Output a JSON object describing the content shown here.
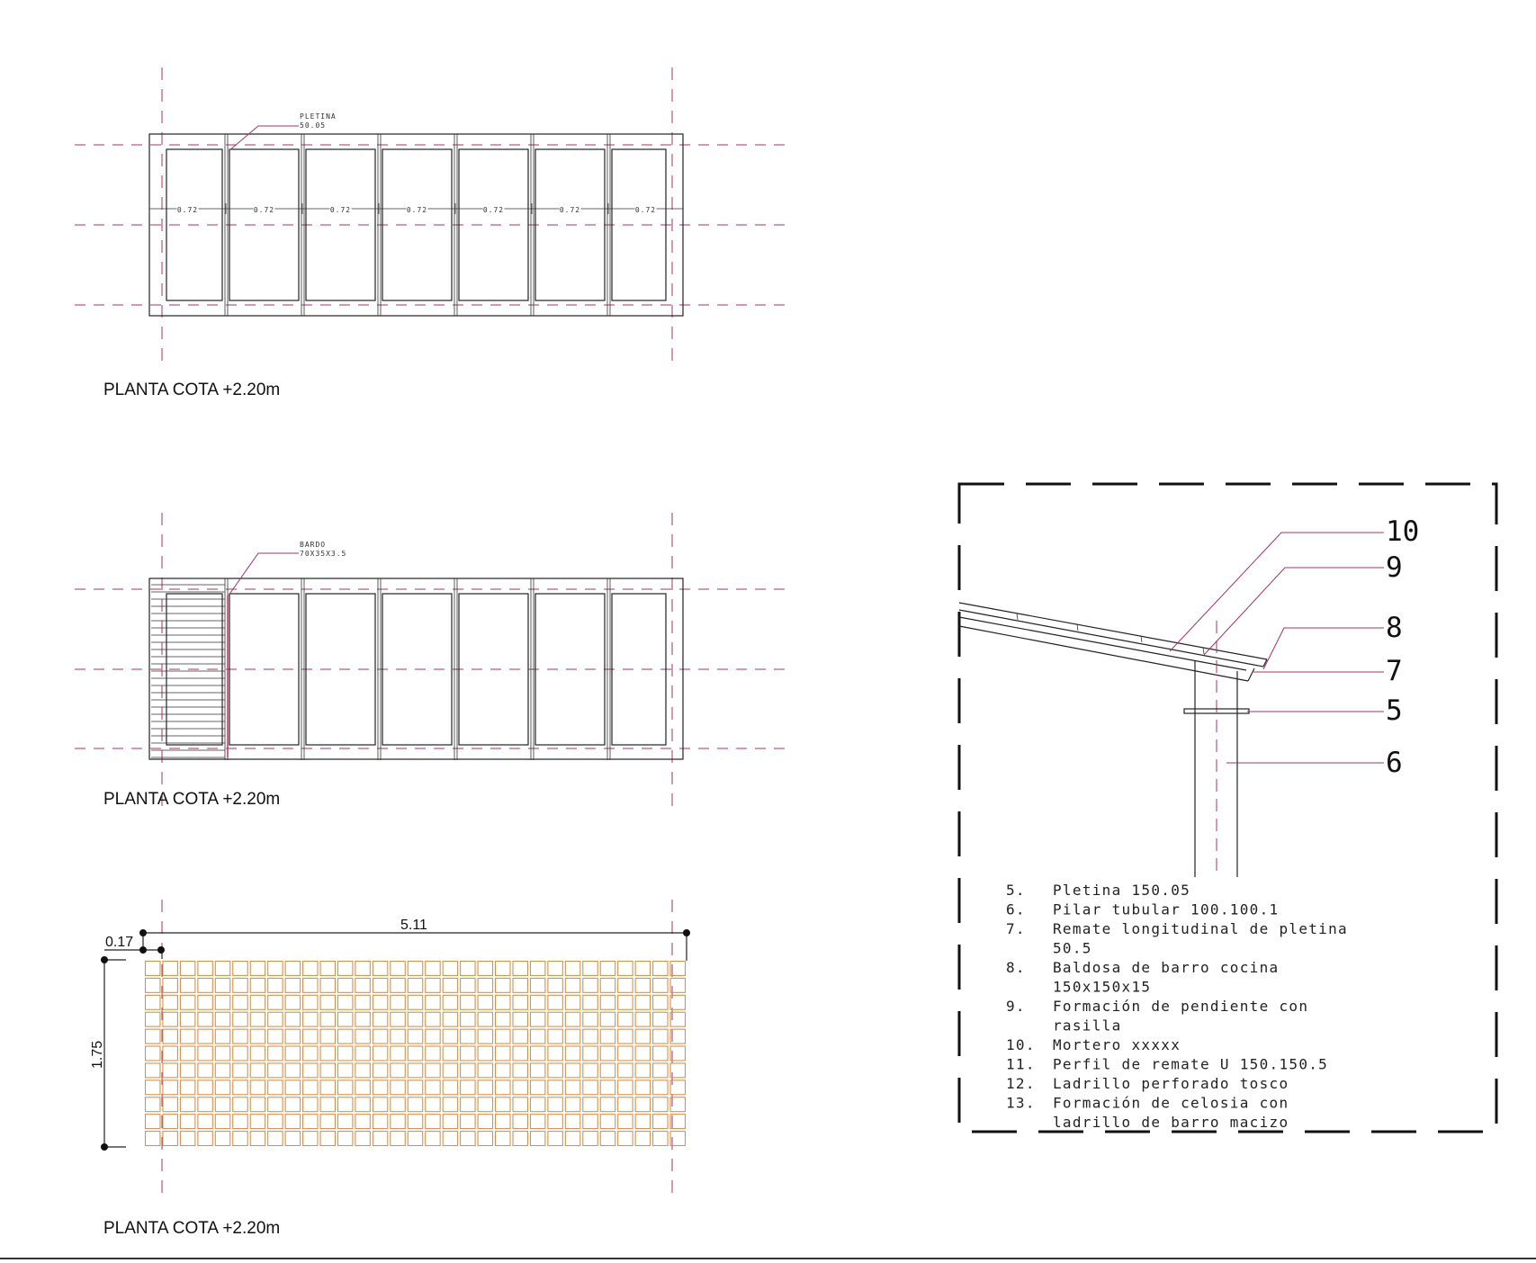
{
  "plans": [
    {
      "title": "PLANTA COTA +2.20m",
      "label_line1": "PLETINA",
      "label_line2": "50.05",
      "spans": [
        "0.72",
        "0.72",
        "0.72",
        "0.72",
        "0.72",
        "0.72",
        "0.72"
      ]
    },
    {
      "title": "PLANTA COTA +2.20m",
      "label_line1": "BARDO",
      "label_line2": "70X35X3.5"
    },
    {
      "title": "PLANTA COTA +2.20m",
      "dim_width": "5.11",
      "dim_offset": "0.17",
      "dim_height": "1.75"
    }
  ],
  "detail": {
    "callouts": [
      "10",
      "9",
      "8",
      "7",
      "5",
      "6"
    ],
    "legend": [
      {
        "num": "5.",
        "text": [
          "Pletina 150.05"
        ]
      },
      {
        "num": "6.",
        "text": [
          "Pilar tubular 100.100.1"
        ]
      },
      {
        "num": "7.",
        "text": [
          "Remate longitudinal de pletina",
          "50.5"
        ]
      },
      {
        "num": "8.",
        "text": [
          "Baldosa de barro cocina",
          "150x150x15"
        ]
      },
      {
        "num": "9.",
        "text": [
          "Formación de pendiente con",
          "rasilla"
        ]
      },
      {
        "num": "10.",
        "text": [
          "Mortero xxxxx"
        ]
      },
      {
        "num": "11.",
        "text": [
          "Perfil de remate  U 150.150.5"
        ]
      },
      {
        "num": "12.",
        "text": [
          "Ladrillo perforado tosco"
        ]
      },
      {
        "num": "13.",
        "text": [
          "Formación de celosia con",
          "ladrillo de barro macizo"
        ]
      }
    ]
  },
  "colors": {
    "axis": "#a3336a",
    "tile": "#d5924a",
    "ink": "#222222"
  }
}
